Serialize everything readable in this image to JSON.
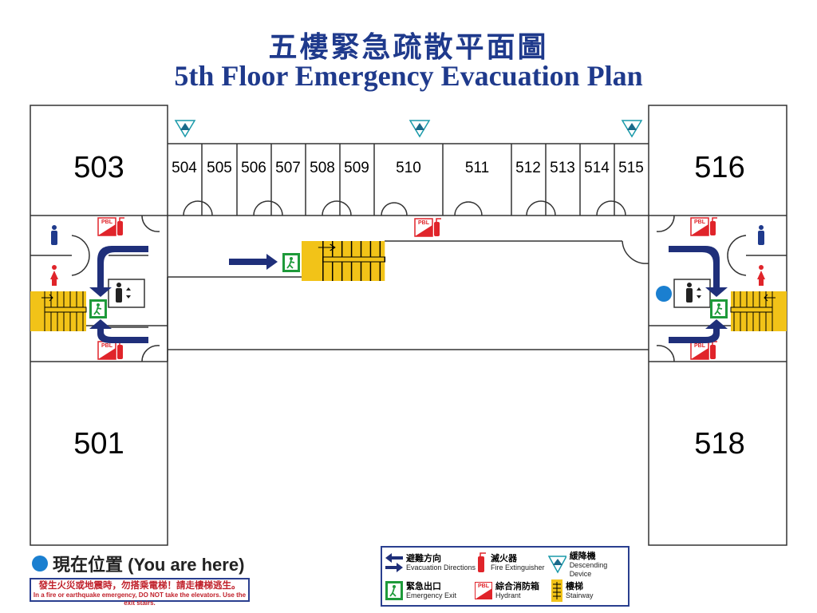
{
  "title": {
    "zh": "五樓緊急疏散平面圖",
    "en": "5th Floor Emergency Evacuation Plan"
  },
  "rooms": {
    "r503": "503",
    "r501": "501",
    "r516": "516",
    "r518": "518",
    "small": [
      "504",
      "505",
      "506",
      "507",
      "508",
      "509",
      "510",
      "511",
      "512",
      "513",
      "514",
      "515"
    ]
  },
  "you_are_here": {
    "label": "現在位置 (You are here)",
    "color": "#1a7fd0"
  },
  "warning": {
    "zh": "發生火災或地震時，勿搭乘電梯！請走樓梯逃生。",
    "en": "In a fire or earthquake emergency, DO NOT take the elevators. Use the exit stairs."
  },
  "legend": [
    {
      "icon": "evacuation-arrows-icon",
      "zh": "避難方向",
      "en": "Evacuation Directions"
    },
    {
      "icon": "fire-extinguisher-icon",
      "zh": "滅火器",
      "en": "Fire Extinguisher"
    },
    {
      "icon": "descending-device-icon",
      "zh": "緩降機",
      "en": "Descending Device"
    },
    {
      "icon": "emergency-exit-icon",
      "zh": "緊急出口",
      "en": "Emergency Exit"
    },
    {
      "icon": "hydrant-icon",
      "zh": "綜合消防箱",
      "en": "Hydrant"
    },
    {
      "icon": "stairway-icon",
      "zh": "樓梯",
      "en": "Stairway"
    }
  ],
  "hydrant_text": "PBL",
  "colors": {
    "arrow": "#1f2f7a",
    "stair": "#f2c318",
    "exit": "#1e9a3a",
    "fire": "#e0242a",
    "device": "#1a9aaa",
    "title": "#1f3a8c"
  }
}
